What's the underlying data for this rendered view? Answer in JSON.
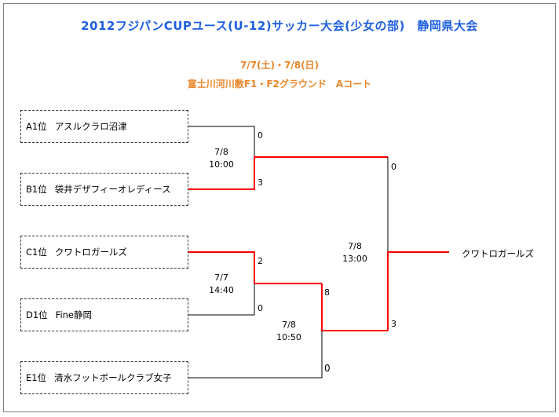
{
  "title": "2012フジパンCUPユース(U-12)サッカー大会(少女の部)　静岡県大会",
  "dates": "7/7(土)・7/8(日)",
  "venue": "富士川河川敷F1・F2グラウンド　Aコート",
  "teams": [
    {
      "rank": "A1位",
      "name": "アスルクラロ沼津"
    },
    {
      "rank": "B1位",
      "name": "袋井デザフィーオレディース"
    },
    {
      "rank": "C1位",
      "name": "クワトロガールズ"
    },
    {
      "rank": "D1位",
      "name": "Fine静岡"
    },
    {
      "rank": "E1位",
      "name": "清水フットボールクラブ女子"
    }
  ],
  "matches": [
    {
      "date": "7/8",
      "time": "10:00",
      "score_top": "0",
      "score_bottom": "3"
    },
    {
      "date": "7/7",
      "time": "14:40",
      "score_top": "2",
      "score_bottom": "0"
    },
    {
      "date": "7/8",
      "time": "10:50",
      "score_top": "8",
      "score_bottom": "0"
    },
    {
      "date": "7/8",
      "time": "13:00",
      "score_top": "0",
      "score_bottom": "3"
    }
  ],
  "champion": "クワトロガールズ",
  "colors": {
    "win_line": "#ff0000",
    "lose_line": "#000000",
    "title": "#1f5fe0",
    "subtitle": "#e8862a"
  }
}
